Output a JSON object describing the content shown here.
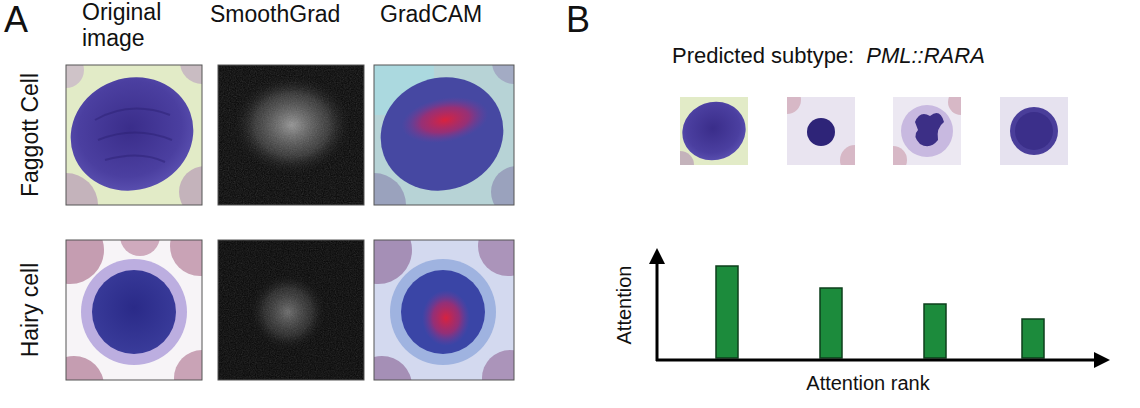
{
  "diagram": {
    "labels": [
      "A",
      "Original image",
      "SmoothGrad",
      "GradCAM",
      "Faggott Cell",
      "Hairy cell",
      "B",
      "Predicted subtype:",
      "PML::RARA",
      "Attention",
      "Attention rank"
    ]
  }
}
